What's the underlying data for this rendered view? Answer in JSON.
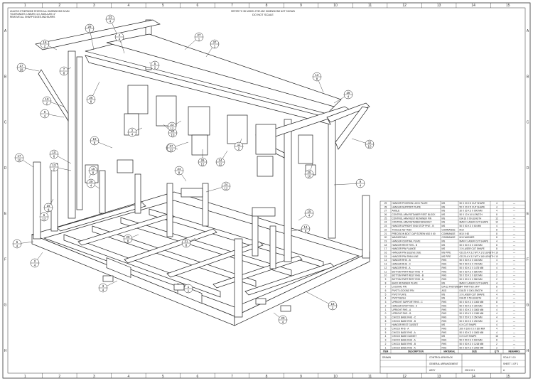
{
  "sheet": {
    "note_top_left": [
      "UNLESS OTHERWISE STATED ALL DIMENSIONS IN MM",
      "TOLERANCES: LINEAR ±1.0, ANGULAR ±1°",
      "REMOVE ALL SHARP EDGES AND BURRS"
    ],
    "note_top_center": "REFER TO 3D MODEL FOR ANY DIMENSIONS NOT SHOWN",
    "do_not_scale": "DO NOT SCALE",
    "zones_top": [
      "1",
      "2",
      "3",
      "4",
      "5",
      "6",
      "7",
      "8",
      "9",
      "10",
      "11",
      "12",
      "13",
      "14",
      "15"
    ],
    "zones_side": [
      "A",
      "B",
      "C",
      "D",
      "E",
      "F",
      "G",
      "H"
    ]
  },
  "balloons": [
    {
      "id": "b1",
      "top": "23",
      "bot": "4"
    },
    {
      "id": "b2",
      "top": "28",
      "bot": "5"
    },
    {
      "id": "b3",
      "top": "18",
      "bot": "2"
    },
    {
      "id": "b4",
      "top": "17",
      "bot": "18"
    },
    {
      "id": "b5",
      "top": "27",
      "bot": "1"
    },
    {
      "id": "b6",
      "top": "37",
      "bot": "1"
    },
    {
      "id": "b7",
      "top": "26",
      "bot": "8"
    },
    {
      "id": "b8",
      "top": "7",
      "bot": "8"
    },
    {
      "id": "b9",
      "top": "10",
      "bot": "2"
    },
    {
      "id": "b10",
      "top": "9",
      "bot": "4"
    },
    {
      "id": "b11",
      "top": "19",
      "bot": "8"
    },
    {
      "id": "b12",
      "top": "10",
      "bot": "6"
    },
    {
      "id": "b13",
      "top": "13",
      "bot": "2"
    },
    {
      "id": "b14",
      "top": "15",
      "bot": "8"
    },
    {
      "id": "b15",
      "top": "29",
      "bot": "4"
    },
    {
      "id": "b16",
      "top": "22",
      "bot": "10"
    },
    {
      "id": "b17",
      "top": "22",
      "bot": "12"
    },
    {
      "id": "b18",
      "top": "23",
      "bot": "12"
    },
    {
      "id": "b19",
      "top": "27",
      "bot": "12"
    },
    {
      "id": "b20",
      "top": "26",
      "bot": "12"
    },
    {
      "id": "b21",
      "top": "24",
      "bot": "12"
    },
    {
      "id": "b22",
      "top": "11",
      "bot": "2"
    },
    {
      "id": "b23",
      "top": "24",
      "bot": "8"
    },
    {
      "id": "b24",
      "top": "32",
      "bot": "10"
    },
    {
      "id": "b25",
      "top": "25",
      "bot": "10"
    },
    {
      "id": "b26",
      "top": "9",
      "bot": "4"
    },
    {
      "id": "b27",
      "top": "17",
      "bot": "10"
    },
    {
      "id": "b28",
      "top": "16",
      "bot": "4"
    },
    {
      "id": "b29",
      "top": "6",
      "bot": "4"
    },
    {
      "id": "b30",
      "top": "24",
      "bot": "12"
    },
    {
      "id": "b31",
      "top": "20",
      "bot": "8"
    },
    {
      "id": "b32",
      "top": "21",
      "bot": "8"
    },
    {
      "id": "b33",
      "top": "2",
      "bot": "4"
    },
    {
      "id": "b34",
      "top": "3",
      "bot": "4"
    },
    {
      "id": "b35",
      "top": "1",
      "bot": "1"
    },
    {
      "id": "b36",
      "top": "15",
      "bot": "4"
    },
    {
      "id": "b37",
      "top": "14",
      "bot": "8"
    },
    {
      "id": "b38",
      "top": "12",
      "bot": "8"
    },
    {
      "id": "b39",
      "top": "28",
      "bot": "4"
    },
    {
      "id": "b40",
      "top": "18",
      "bot": "2"
    },
    {
      "id": "b41",
      "top": "20",
      "bot": "4"
    },
    {
      "id": "b42",
      "top": "4",
      "bot": "4"
    },
    {
      "id": "b43",
      "top": "5",
      "bot": "2"
    },
    {
      "id": "b44",
      "top": "2",
      "bot": "4"
    },
    {
      "id": "b45",
      "top": "6",
      "bot": "12"
    }
  ],
  "bom": {
    "headers": [
      "ITEM",
      "DESCRIPTION",
      "MATERIAL",
      "SIZE",
      "QTY",
      "REMARKS"
    ],
    "rows": [
      [
        "29",
        "HANGER POSITION LOCK PLATE",
        "MS",
        "50 X 20 X 5 CUT SHAPE",
        "4",
        "—"
      ],
      [
        "28",
        "HANGER SUPPORT PLATE",
        "MS",
        "50 X 20 X 5 CUT SHAPE",
        "4",
        "—"
      ],
      [
        "27",
        "ANGLE",
        "MS",
        "30 X 30 X 3 X 900 MM",
        "4",
        "—"
      ],
      [
        "26",
        "CONTROL ARM RETAINER REST BLOCK",
        "MS",
        "50 X 10 X 40 LENGTH",
        "8",
        "—"
      ],
      [
        "25",
        "CONTROL ARM REST RETAINER PIN",
        "MS",
        "DIA 16 X 90 LENGTH",
        "12",
        "—"
      ],
      [
        "24",
        "CONTROL ARM RETAINER BRACKET",
        "MS",
        "8MM X LASER CUT SHAPE",
        "12",
        "—"
      ],
      [
        "23",
        "HANGER UPRIGHT END STOP PIVE - B",
        "MS",
        "50 X 50 X 3 X 60 MM",
        "4",
        "—"
      ],
      [
        "22",
        "TOGGLE NUT M10",
        "COMMANGE",
        "M10",
        "8",
        "—"
      ],
      [
        "21",
        "PRECISION BOLT CAP SCREW M10 X 60",
        "COMMANGE",
        "M10 X 60",
        "8",
        "—"
      ],
      [
        "20",
        "WASHER M10",
        "COMMANGE",
        "M10 WASHER",
        "8",
        "—"
      ],
      [
        "19",
        "HANGER CENTRAL PLATE",
        "MS",
        "8MM X LASER CUT SHAPE",
        "4",
        "—"
      ],
      [
        "18",
        "HANGER REST RHS - B",
        "MS",
        "50 X 50 X 3 X 150 MM",
        "8",
        "—"
      ],
      [
        "17",
        "HANGER PIN FLANGE",
        "MS",
        "3 X LASER CUT SHAPE",
        "8",
        "—"
      ],
      [
        "16",
        "HANGER PIN SLEEVE OUE",
        "MS PIPE",
        "OD 25.4 X 3.2 WT X 172 LENGTH",
        "10",
        "—"
      ],
      [
        "15",
        "HANGER PIN SPAN LINE",
        "MS PIPE",
        "OD 25.4 X 3.2 WT X 160 LENGTH",
        "10",
        "—"
      ],
      [
        "14",
        "HANGER RHS - B",
        "RHS",
        "50 X 50 X 3 X 160 MM",
        "4",
        "—"
      ],
      [
        "13",
        "HANGER RHS - C",
        "RHS",
        "50 X 50 X 3 X 700 MM",
        "4",
        "—"
      ],
      [
        "12",
        "HANGER RHS - A",
        "RHS",
        "50 X 50 X 3 X 1475 MM",
        "4",
        "—"
      ],
      [
        "11",
        "BOTTOM PART REST RHS - T",
        "RHS",
        "50 X 50 X 3 X 580 MM",
        "2",
        "—"
      ],
      [
        "10",
        "BOTTOM PART REST RHS - B",
        "RHS",
        "50 X 50 X 3 X 820 MM",
        "2",
        "—"
      ],
      [
        "9",
        "BOTTOM PART REST RHS - A",
        "RHS",
        "50 X 50 X 3 X 580 MM",
        "2",
        "—"
      ],
      [
        "8",
        "BACK RETAINER PLATE",
        "MS",
        "8MM X LASER CUT SHAPE",
        "4",
        "—"
      ],
      [
        "7",
        "LOCKING PIN",
        "DIA 12 FASTENER",
        "1/4\" PART NO 14/4\"",
        "8",
        "—"
      ],
      [
        "6",
        "PIVOT LOCKING PIN",
        "ASG",
        "DIA 20 X 100 LENGTH",
        "4",
        "—"
      ],
      [
        "5",
        "PIVOT PLATE",
        "MS",
        "3 X LASER CUT SHAPE",
        "4",
        "—"
      ],
      [
        "4",
        "PIVOT BUSH",
        "MS",
        "DIA 25 X 50 LENGTH",
        "4",
        "—"
      ],
      [
        "3",
        "UPRIGHT SUPPORT RHS - C",
        "RHS",
        "50 X 50 X 3 X 1300 MM",
        "8",
        "—"
      ],
      [
        "2",
        "HANGER STOP RHS - A",
        "RHS",
        "50 X 50 X 3 X 300 MM",
        "4",
        "—"
      ],
      [
        "1",
        "UPRIGHT RHS - A",
        "RHS",
        "50 X 50 X 3 X 1800 MM",
        "4",
        "—"
      ],
      [
        "0",
        "UPRIGHT RHS - B",
        "RHS",
        "50 X 50 X 3 X 1350 MM",
        "4",
        "—"
      ],
      [
        "9",
        "CHOCK BASE RHS - C",
        "RHS",
        "50 X 50 X 3 X 350 MM",
        "4",
        "—"
      ],
      [
        "8",
        "CHOCK BASE RHS - B",
        "RHS",
        "50 X 50 X 3 X 250 MM",
        "4",
        "—"
      ],
      [
        "7",
        "HANGER REST GUSSET",
        "MS",
        "6 X CUT SHAPE",
        "4",
        "—"
      ],
      [
        "6",
        "CHOCK RHS - A",
        "RHS",
        "200 X 100 X 5 X 300 MM",
        "4",
        "—"
      ],
      [
        "5",
        "CHOCK BASE RHS - A",
        "RHS",
        "50 X 50 X 3 X 1800 MM",
        "4",
        "—"
      ],
      [
        "4",
        "CHOCK BASE GUSSET",
        "MS",
        "6 X CUT SHAPE",
        "16",
        "—"
      ],
      [
        "3",
        "CHOCK BASE RHS - A",
        "RHS",
        "50 X 50 X 3 X 600 MM",
        "8",
        "—"
      ],
      [
        "2",
        "CHOCK BASE RHS - B",
        "RHS",
        "50 X 50 X 3 X 1218 MM",
        "2",
        "—"
      ],
      [
        "1",
        "CHOCK BASE RHS - A",
        "RHS",
        "50 X 50 X 3 X 2000 MM",
        "2",
        "—"
      ]
    ]
  },
  "title_block": {
    "company": "",
    "title_lines": [
      "CONTROL ARM RACK",
      "GENERAL ARRANGEMENT",
      "ASSY"
    ],
    "drawn_label": "DRAWN",
    "drawn_date": "2021 03 1",
    "scale_label": "SCALE 1:10",
    "sheet_label": "SHEET 1 OF 1",
    "rev_label": "A"
  }
}
